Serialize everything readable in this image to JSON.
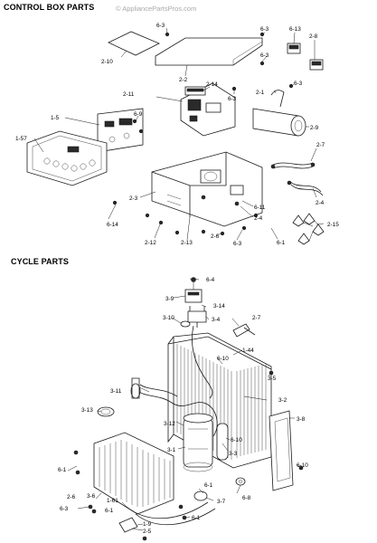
{
  "header": {
    "control_title": "CONTROL BOX PARTS",
    "cycle_title": "CYCLE PARTS",
    "watermark": "© AppliancePartsPros.com"
  },
  "callouts": {
    "c6_3a": "6-3",
    "c6_13": "6-13",
    "c2_8": "2-8",
    "c2_10": "2-10",
    "c6_3b": "6-3",
    "c2_2": "2-2",
    "c2_14": "2-14",
    "c6_3c": "6-3",
    "c2_1": "2-1",
    "c6_3d": "6-3",
    "c2_11": "2-11",
    "c1_5": "1-5",
    "c6_9": "6-9",
    "c2_9": "2-9",
    "c1_57": "1-57",
    "c2_7a": "2-7",
    "c2_3": "2-3",
    "c6_11": "6-11",
    "c2_4a": "2-4",
    "c2_4b": "2-4",
    "c6_14": "6-14",
    "c2_15": "2-15",
    "c2_12": "2-12",
    "c2_13": "2-13",
    "c2_6a": "2-6",
    "c6_3e": "6-3",
    "c6_1a": "6-1",
    "c6_4": "6-4",
    "c3_9": "3-9",
    "c3_14": "3-14",
    "c2_7b": "2-7",
    "c3_10": "3-10",
    "c3_4": "3-4",
    "c1_44": "1-44",
    "c6_10a": "6-10",
    "c3_5": "3-5",
    "c3_11": "3-11",
    "c3_2": "3-2",
    "c3_13": "3-13",
    "c3_12": "3-12",
    "c3_8": "3-8",
    "c6_10b": "6-10",
    "c3_3": "3-3",
    "c3_1": "3-1",
    "c6_1b": "6-1",
    "c6_10c": "6-10",
    "c6_1c": "6-1",
    "c2_6b": "2-6",
    "c3_6": "3-6",
    "c1_61": "1-61",
    "c6_3f": "6-3",
    "c6_1d": "6-1",
    "c6_8": "6-8",
    "c3_7": "3-7",
    "c1_9": "1-9",
    "c2_5": "2-5",
    "c6_1e": "6-1"
  }
}
